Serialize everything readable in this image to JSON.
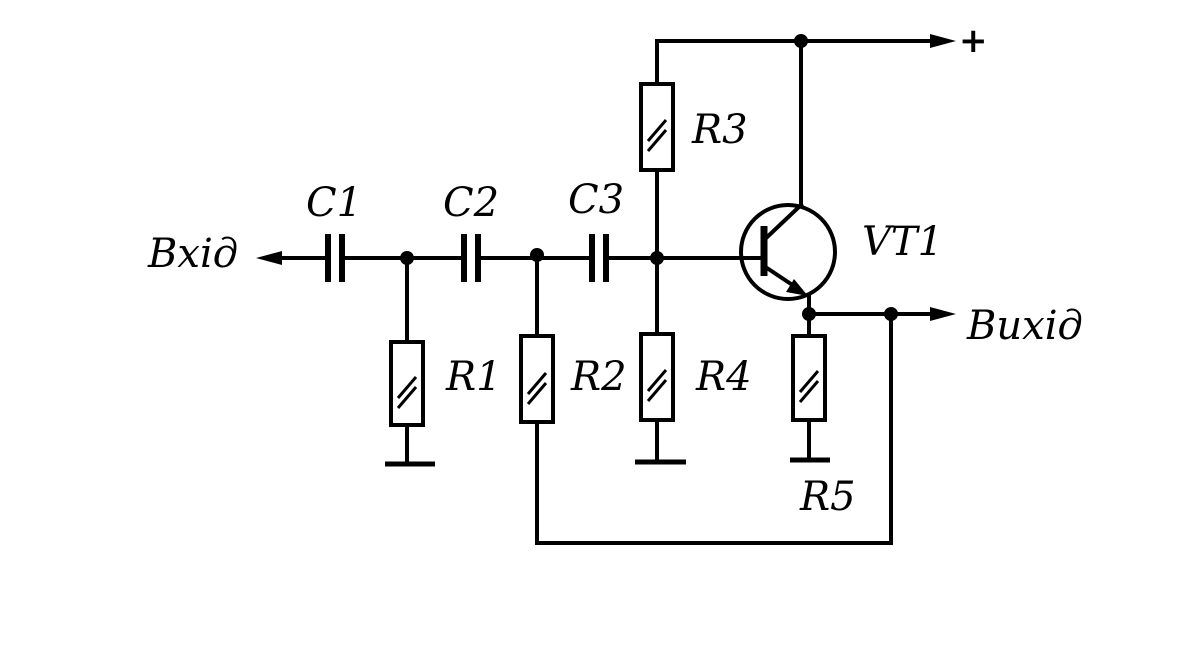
{
  "labels": {
    "input": "Вхід",
    "output": "Вихід",
    "supply": "+",
    "c1": "C1",
    "c2": "C2",
    "c3": "C3",
    "r1": "R1",
    "r2": "R2",
    "r3": "R3",
    "r4": "R4",
    "r5": "R5",
    "vt1": "VT1"
  }
}
